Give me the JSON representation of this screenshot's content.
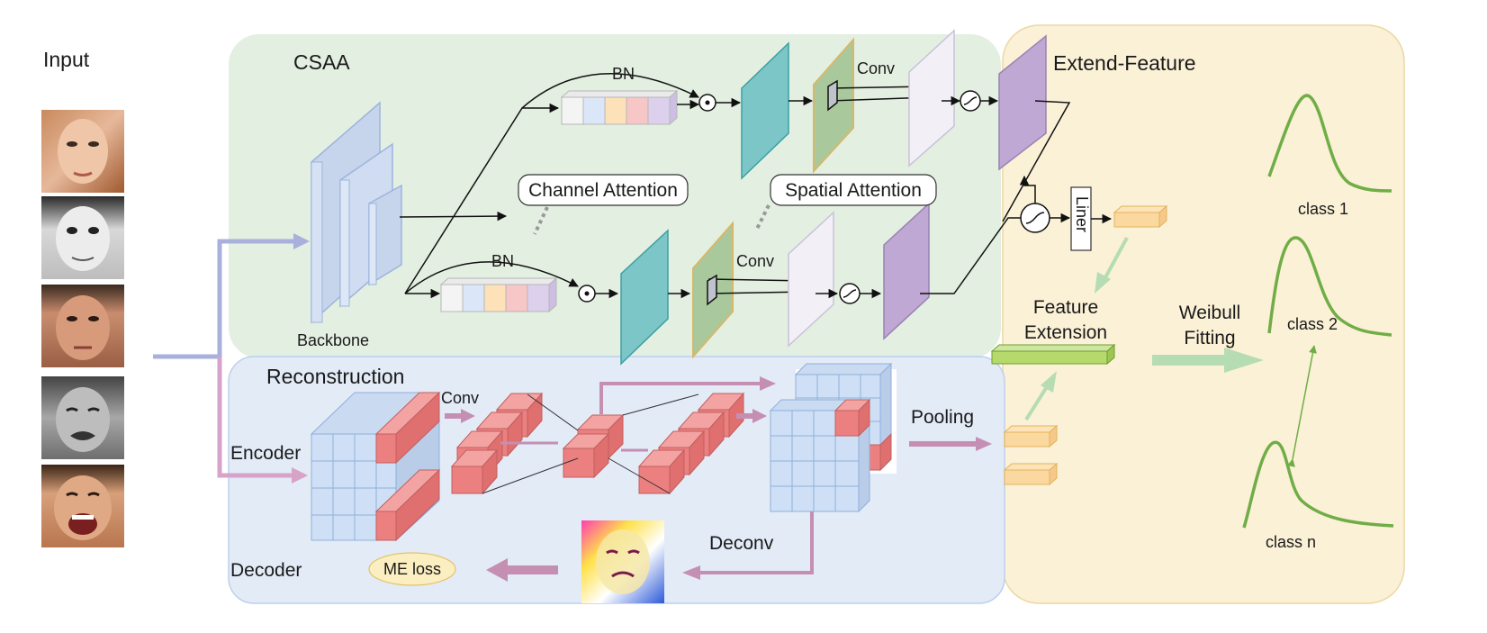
{
  "input": {
    "label": "Input"
  },
  "panels": {
    "csaa": "CSAA",
    "reconstruction": "Reconstruction",
    "extend_feature": "Extend-Feature"
  },
  "csaa": {
    "bn_top": "BN",
    "bn_bottom": "BN",
    "channel_attention": "Channel Attention",
    "spatial_attention": "Spatial Attention",
    "conv_top": "Conv",
    "conv_bottom": "Conv",
    "backbone": "Backbone",
    "liner": "Liner"
  },
  "reconstruction": {
    "encoder": "Encoder",
    "decoder": "Decoder",
    "conv": "Conv",
    "pooling": "Pooling",
    "deconv": "Deconv",
    "me_loss": "ME loss"
  },
  "extend": {
    "feature_extension_line1": "Feature",
    "feature_extension_line2": "Extension",
    "weibull_line1": "Weibull",
    "weibull_line2": "Fitting",
    "class1": "class 1",
    "class2": "class 2",
    "classn": "class n"
  },
  "colors": {
    "csaa_bg": "#e3efe1",
    "recon_bg": "#e3ebf7",
    "extend_bg": "#fbf1d6",
    "backbone": "#c6d4ec",
    "teal": "#7cc6c8",
    "green_plane": "#a9c99c",
    "purple": "#bfa8d3",
    "red_block": "#ec8080",
    "curve": "#70ad47",
    "arrow_pink": "#c58fb4",
    "arrow_green": "#b6dcb4"
  }
}
